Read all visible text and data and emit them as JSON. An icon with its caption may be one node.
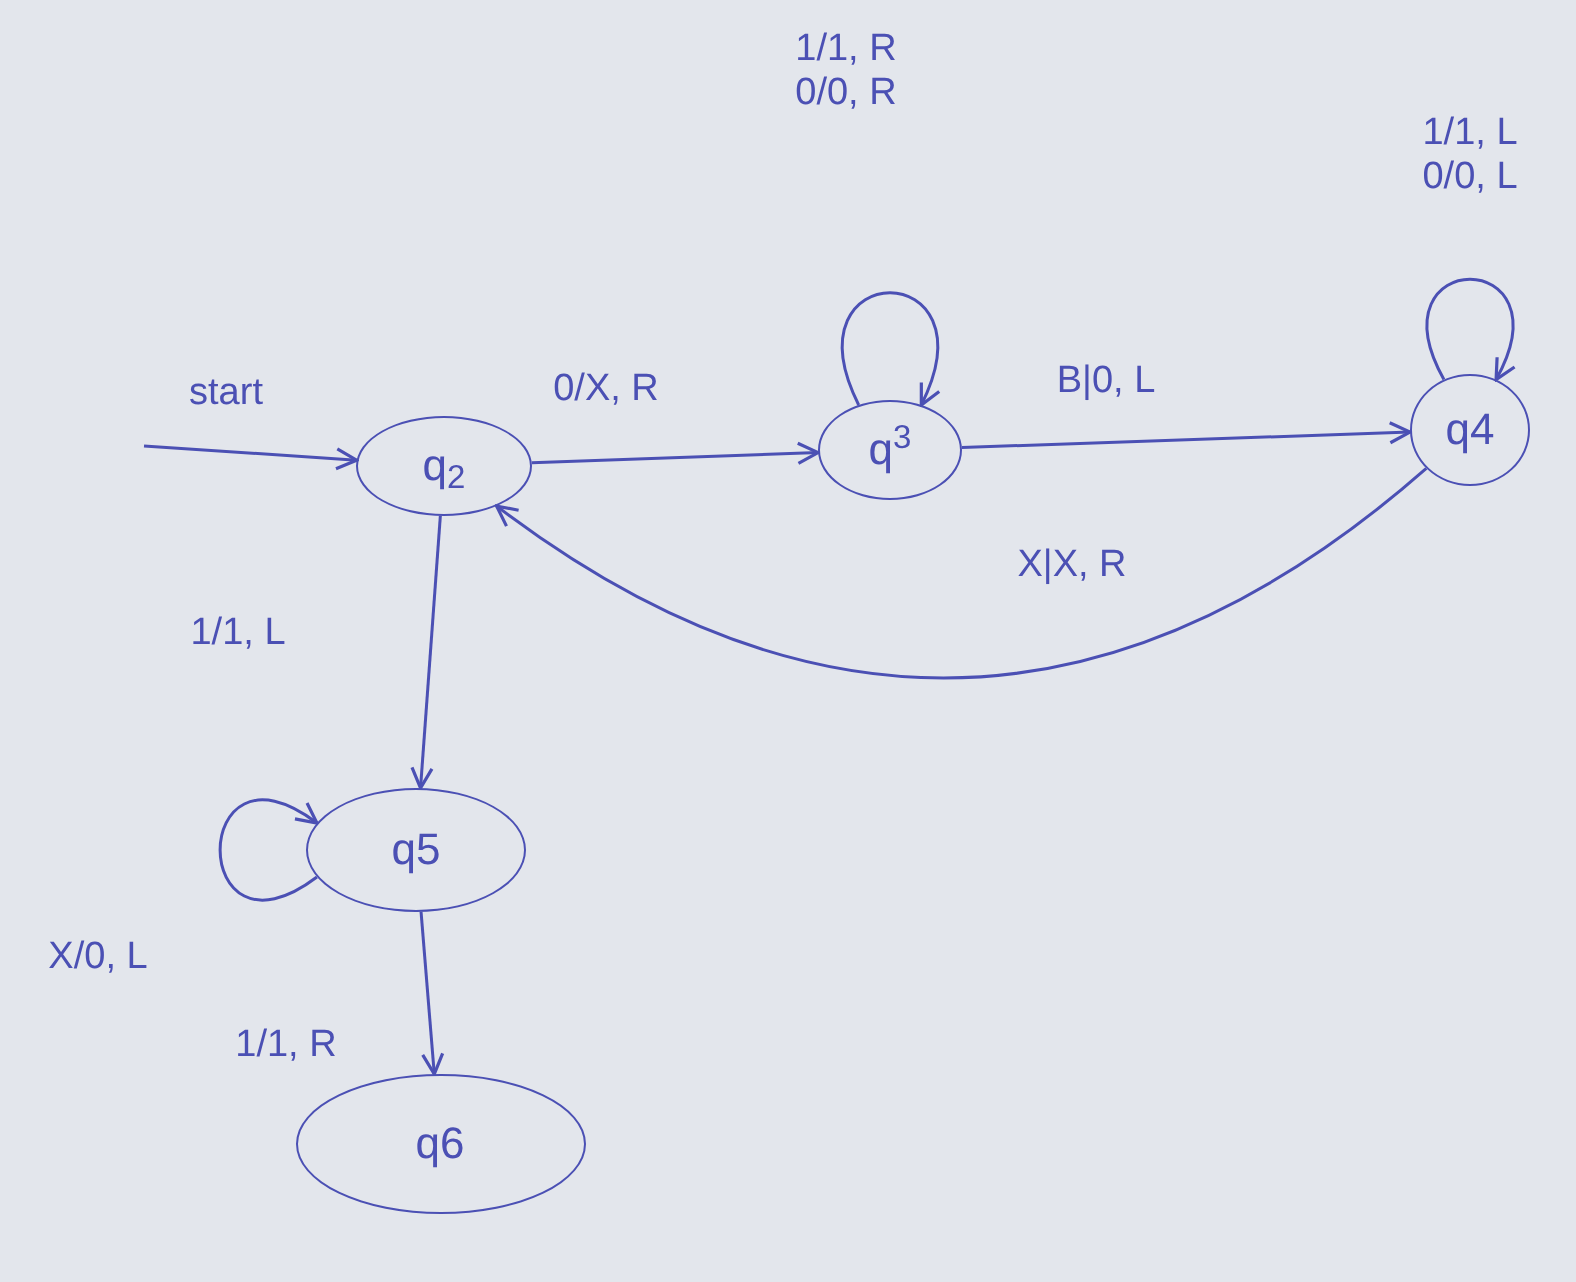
{
  "diagram": {
    "nodes": [
      {
        "text": [
          "q$_{2}$"
        ]
      },
      {
        "text": [
          "q$^{3}$"
        ]
      },
      {
        "text": [
          "q4"
        ]
      },
      {
        "text": [
          "q5"
        ]
      },
      {
        "text": [
          "q6"
        ]
      }
    ],
    "edges": [
      {
        "from": null,
        "to": 0,
        "arrow": "to",
        "label": "start"
      },
      {
        "from": 0,
        "to": 1,
        "arrow": "to",
        "label": "0/X, R"
      },
      {
        "from": 1,
        "to": 2,
        "arrow": "to",
        "label": "B|0, L"
      },
      {
        "from": 2,
        "to": 0,
        "arrow": "to",
        "label": "X|X, R"
      },
      {
        "from": 1,
        "to": 1,
        "arrow": "to",
        "label": "1/1, R 0/0, R"
      },
      {
        "from": 2,
        "to": 2,
        "arrow": "to",
        "label": "1/1, L 0/0, L"
      },
      {
        "from": 0,
        "to": 3,
        "arrow": "to",
        "label": "1/1, L"
      },
      {
        "from": 3,
        "to": 3,
        "arrow": "to",
        "label": "X/0, L"
      },
      {
        "from": 3,
        "to": 4,
        "arrow": "to",
        "label": "1/1, R"
      }
    ]
  }
}
